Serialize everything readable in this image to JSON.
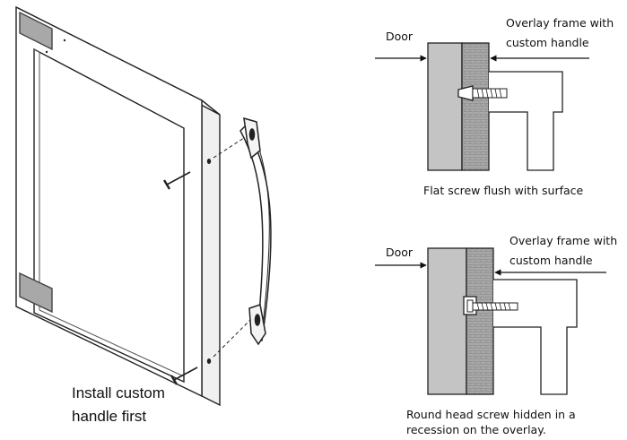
{
  "left_panel": {
    "caption_line1": "Install custom",
    "caption_line2": "handle first"
  },
  "top_detail": {
    "door_label": "Door",
    "frame_label_line1": "Overlay frame with",
    "frame_label_line2": "custom handle",
    "caption": "Flat screw flush with surface"
  },
  "bottom_detail": {
    "door_label": "Door",
    "frame_label_line1": "Overlay frame with",
    "frame_label_line2": "custom handle",
    "caption_line1": "Round head screw hidden in a",
    "caption_line2": "recession on the overlay."
  },
  "colors": {
    "line": "#222222",
    "door_gray": "#c4c4c4",
    "core_gray": "#9a9a9a",
    "panel_glass": "#ffffff",
    "corner_block": "#a8a8a8"
  }
}
